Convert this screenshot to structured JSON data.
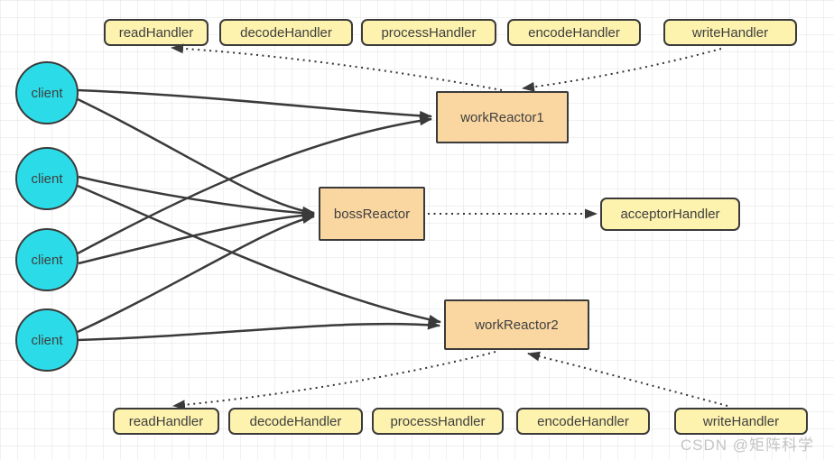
{
  "diagram": {
    "clients": [
      "client",
      "client",
      "client",
      "client"
    ],
    "top_handlers": [
      "readHandler",
      "decodeHandler",
      "processHandler",
      "encodeHandler",
      "writeHandler"
    ],
    "bottom_handlers": [
      "readHandler",
      "decodeHandler",
      "processHandler",
      "encodeHandler",
      "writeHandler"
    ],
    "reactors": {
      "work1": "workReactor1",
      "boss": "bossReactor",
      "work2": "workReactor2"
    },
    "acceptor": "acceptorHandler",
    "edges": {
      "solid": [
        {
          "from": "client-1",
          "to": "workReactor1"
        },
        {
          "from": "client-1",
          "to": "bossReactor"
        },
        {
          "from": "client-2",
          "to": "bossReactor"
        },
        {
          "from": "client-2",
          "to": "workReactor2"
        },
        {
          "from": "client-3",
          "to": "bossReactor"
        },
        {
          "from": "client-3",
          "to": "workReactor1"
        },
        {
          "from": "client-4",
          "to": "bossReactor"
        },
        {
          "from": "client-4",
          "to": "workReactor2"
        }
      ],
      "dotted": [
        {
          "from": "workReactor1",
          "to": "readHandler-top"
        },
        {
          "from": "writeHandler-top",
          "to": "workReactor1"
        },
        {
          "from": "bossReactor",
          "to": "acceptorHandler"
        },
        {
          "from": "workReactor2",
          "to": "readHandler-bottom"
        },
        {
          "from": "writeHandler-bottom",
          "to": "workReactor2"
        }
      ]
    },
    "colors": {
      "client_fill": "#2bdce8",
      "handler_fill": "#fdf2ae",
      "reactor_fill": "#fad7a1",
      "stroke": "#3a3a3a",
      "grid_line": "#ededed",
      "watermark": "#c4c4c4"
    }
  },
  "watermark": "CSDN @矩阵科学"
}
